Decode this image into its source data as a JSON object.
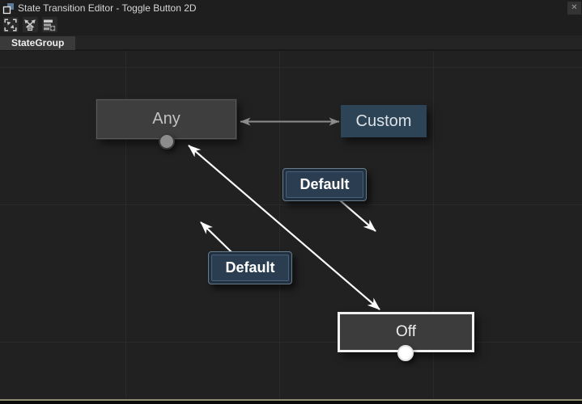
{
  "window": {
    "title": "State Transition Editor - Toggle Button 2D",
    "close_glyph": "✕"
  },
  "toolbar": {
    "buttons": [
      {
        "icon": "fit-to-view-icon"
      },
      {
        "icon": "arrange-transitions-icon"
      },
      {
        "icon": "add-state-list-icon"
      }
    ]
  },
  "tab_bar": {
    "tabs": [
      {
        "label": "StateGroup",
        "active": true
      }
    ]
  },
  "canvas": {
    "nodes": [
      {
        "id": "any",
        "label": "Any",
        "kind": "any-state"
      },
      {
        "id": "custom",
        "label": "Custom",
        "kind": "state"
      },
      {
        "id": "off",
        "label": "Off",
        "kind": "state",
        "selected": true
      }
    ],
    "transitions": [
      {
        "label": "Default",
        "from": "Any",
        "to": "Off",
        "color": "#fafafa"
      },
      {
        "label": "Default",
        "from": "Off",
        "to": "Any",
        "color": "#fafafa"
      },
      {
        "from": "Any",
        "to": "Custom",
        "bidirectional": true,
        "color": "#8d8d8d"
      }
    ]
  },
  "colors": {
    "titlebar_bg": "#1e1e1e",
    "canvas_bg": "#212121",
    "grid_line": "#2a2a2a",
    "state_fill": "#3e3e3e",
    "custom_state_fill": "#2d4356",
    "transition_label_fill": "#2b3e51",
    "selected_state_border": "#f0f0f0",
    "arrow_white": "#fafafa",
    "arrow_gray": "#8d8d8d",
    "window_bottom_edge": "#8f8f72"
  }
}
